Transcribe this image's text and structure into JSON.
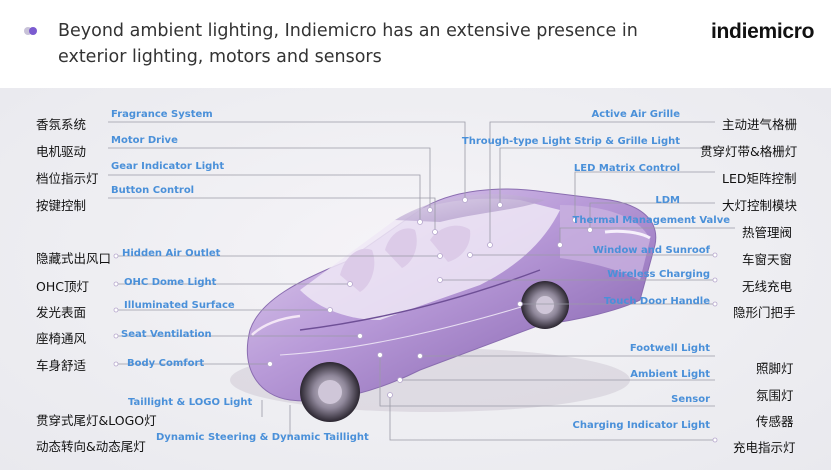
{
  "header": {
    "title": "Beyond ambient lighting, Indiemicro has an extensive presence in exterior lighting, motors and sensors",
    "logo": "indiemicro"
  },
  "left_labels": [
    {
      "cn": "香氛系统",
      "en": "Fragrance System"
    },
    {
      "cn": "电机驱动",
      "en": "Motor Drive"
    },
    {
      "cn": "档位指示灯",
      "en": "Gear Indicator Light"
    },
    {
      "cn": "按键控制",
      "en": "Button Control"
    },
    {
      "cn": "隐藏式出风口",
      "en": "Hidden Air Outlet"
    },
    {
      "cn": "OHC顶灯",
      "en": "OHC Dome Light"
    },
    {
      "cn": "发光表面",
      "en": "Illuminated Surface"
    },
    {
      "cn": "座椅通风",
      "en": "Seat Ventilation"
    },
    {
      "cn": "车身舒适",
      "en": "Body Comfort"
    },
    {
      "cn": "贯穿式尾灯&LOGO灯",
      "en": "Taillight & LOGO Light"
    },
    {
      "cn": "动态转向&动态尾灯",
      "en": "Dynamic Steering & Dynamic Taillight"
    }
  ],
  "right_labels": [
    {
      "cn": "主动进气格栅",
      "en": "Active Air Grille"
    },
    {
      "cn": "贯穿灯带&格栅灯",
      "en": "Through-type Light Strip & Grille Light"
    },
    {
      "cn": "LED矩阵控制",
      "en": "LED Matrix Control"
    },
    {
      "cn": "大灯控制模块",
      "en": "LDM"
    },
    {
      "cn": "热管理阀",
      "en": "Thermal Management Valve"
    },
    {
      "cn": "车窗天窗",
      "en": "Window and Sunroof"
    },
    {
      "cn": "无线充电",
      "en": "Wireless Charging"
    },
    {
      "cn": "隐形门把手",
      "en": "Touch Door Handle"
    },
    {
      "cn": "照脚灯",
      "en": "Footwell Light"
    },
    {
      "cn": "氛围灯",
      "en": "Ambient Light"
    },
    {
      "cn": "传感器",
      "en": "Sensor"
    },
    {
      "cn": "充电指示灯",
      "en": "Charging Indicator Light"
    }
  ],
  "colors": {
    "label_blue": "#4a90d9",
    "car_purple": "#a88ad0",
    "logo_accent": "#e0245e"
  }
}
